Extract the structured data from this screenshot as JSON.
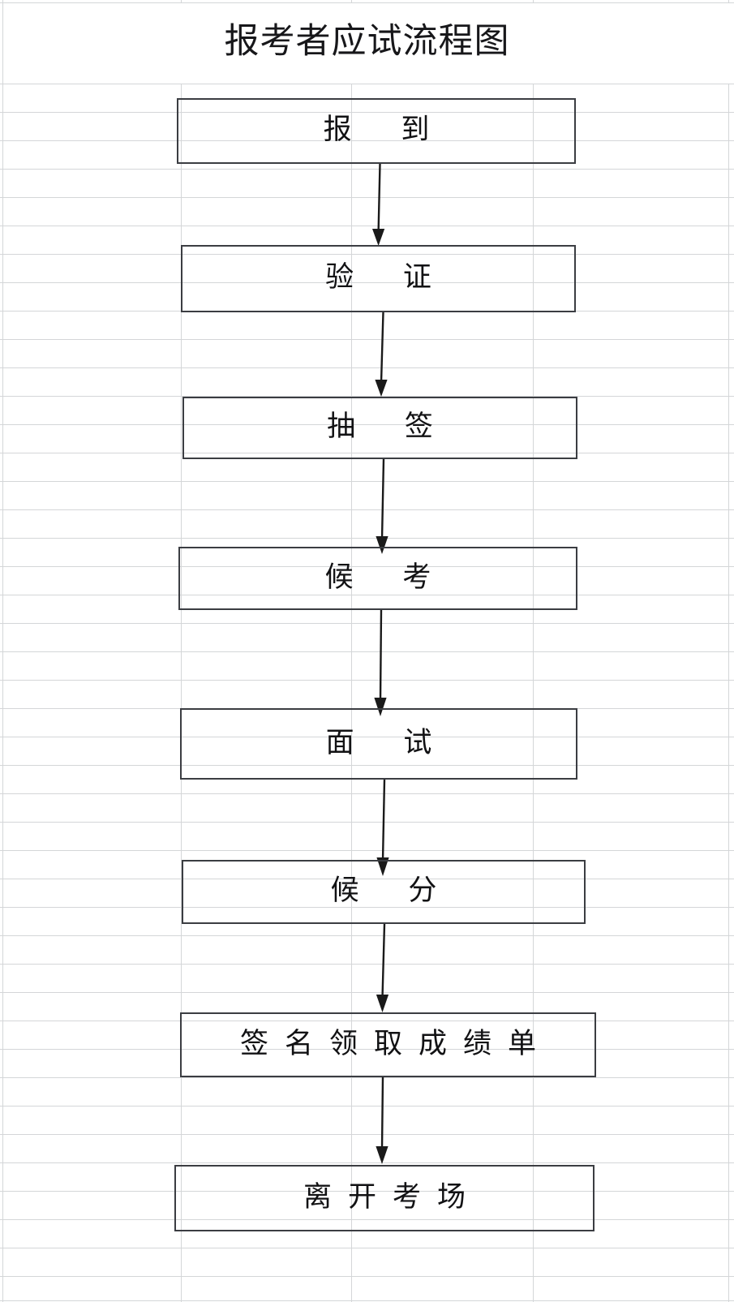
{
  "document": {
    "title": "报考者应试流程图",
    "type": "flowchart",
    "background": "spreadsheet-grid"
  },
  "colors": {
    "gridline": "#d4d6d8",
    "node_border": "#3b3d42",
    "text": "#121214",
    "arrow": "#1a1a1a",
    "page_background": "#ffffff"
  },
  "chart_data": {
    "type": "diagram",
    "title": "报考者应试流程图",
    "orientation": "top-to-bottom",
    "nodes": [
      {
        "id": "n1",
        "label": "报 到",
        "shape": "rectangle"
      },
      {
        "id": "n2",
        "label": "验 证",
        "shape": "rectangle"
      },
      {
        "id": "n3",
        "label": "抽 签",
        "shape": "rectangle"
      },
      {
        "id": "n4",
        "label": "候 考",
        "shape": "rectangle"
      },
      {
        "id": "n5",
        "label": "面 试",
        "shape": "rectangle"
      },
      {
        "id": "n6",
        "label": "候 分",
        "shape": "rectangle"
      },
      {
        "id": "n7",
        "label": "签名领取成绩单",
        "shape": "rectangle"
      },
      {
        "id": "n8",
        "label": "离开考场",
        "shape": "rectangle"
      }
    ],
    "edges": [
      {
        "from": "n1",
        "to": "n2",
        "style": "solid-arrow"
      },
      {
        "from": "n2",
        "to": "n3",
        "style": "solid-arrow"
      },
      {
        "from": "n3",
        "to": "n4",
        "style": "solid-arrow"
      },
      {
        "from": "n4",
        "to": "n5",
        "style": "solid-arrow"
      },
      {
        "from": "n5",
        "to": "n6",
        "style": "solid-arrow"
      },
      {
        "from": "n6",
        "to": "n7",
        "style": "solid-arrow"
      },
      {
        "from": "n7",
        "to": "n8",
        "style": "solid-arrow"
      }
    ]
  },
  "nodes": {
    "n1": {
      "label": "报 到"
    },
    "n2": {
      "label": "验 证"
    },
    "n3": {
      "label": "抽 签"
    },
    "n4": {
      "label": "候 考"
    },
    "n5": {
      "label": "面 试"
    },
    "n6": {
      "label": "候 分"
    },
    "n7": {
      "label": "签名领取成绩单"
    },
    "n8": {
      "label": "离开考场"
    }
  }
}
